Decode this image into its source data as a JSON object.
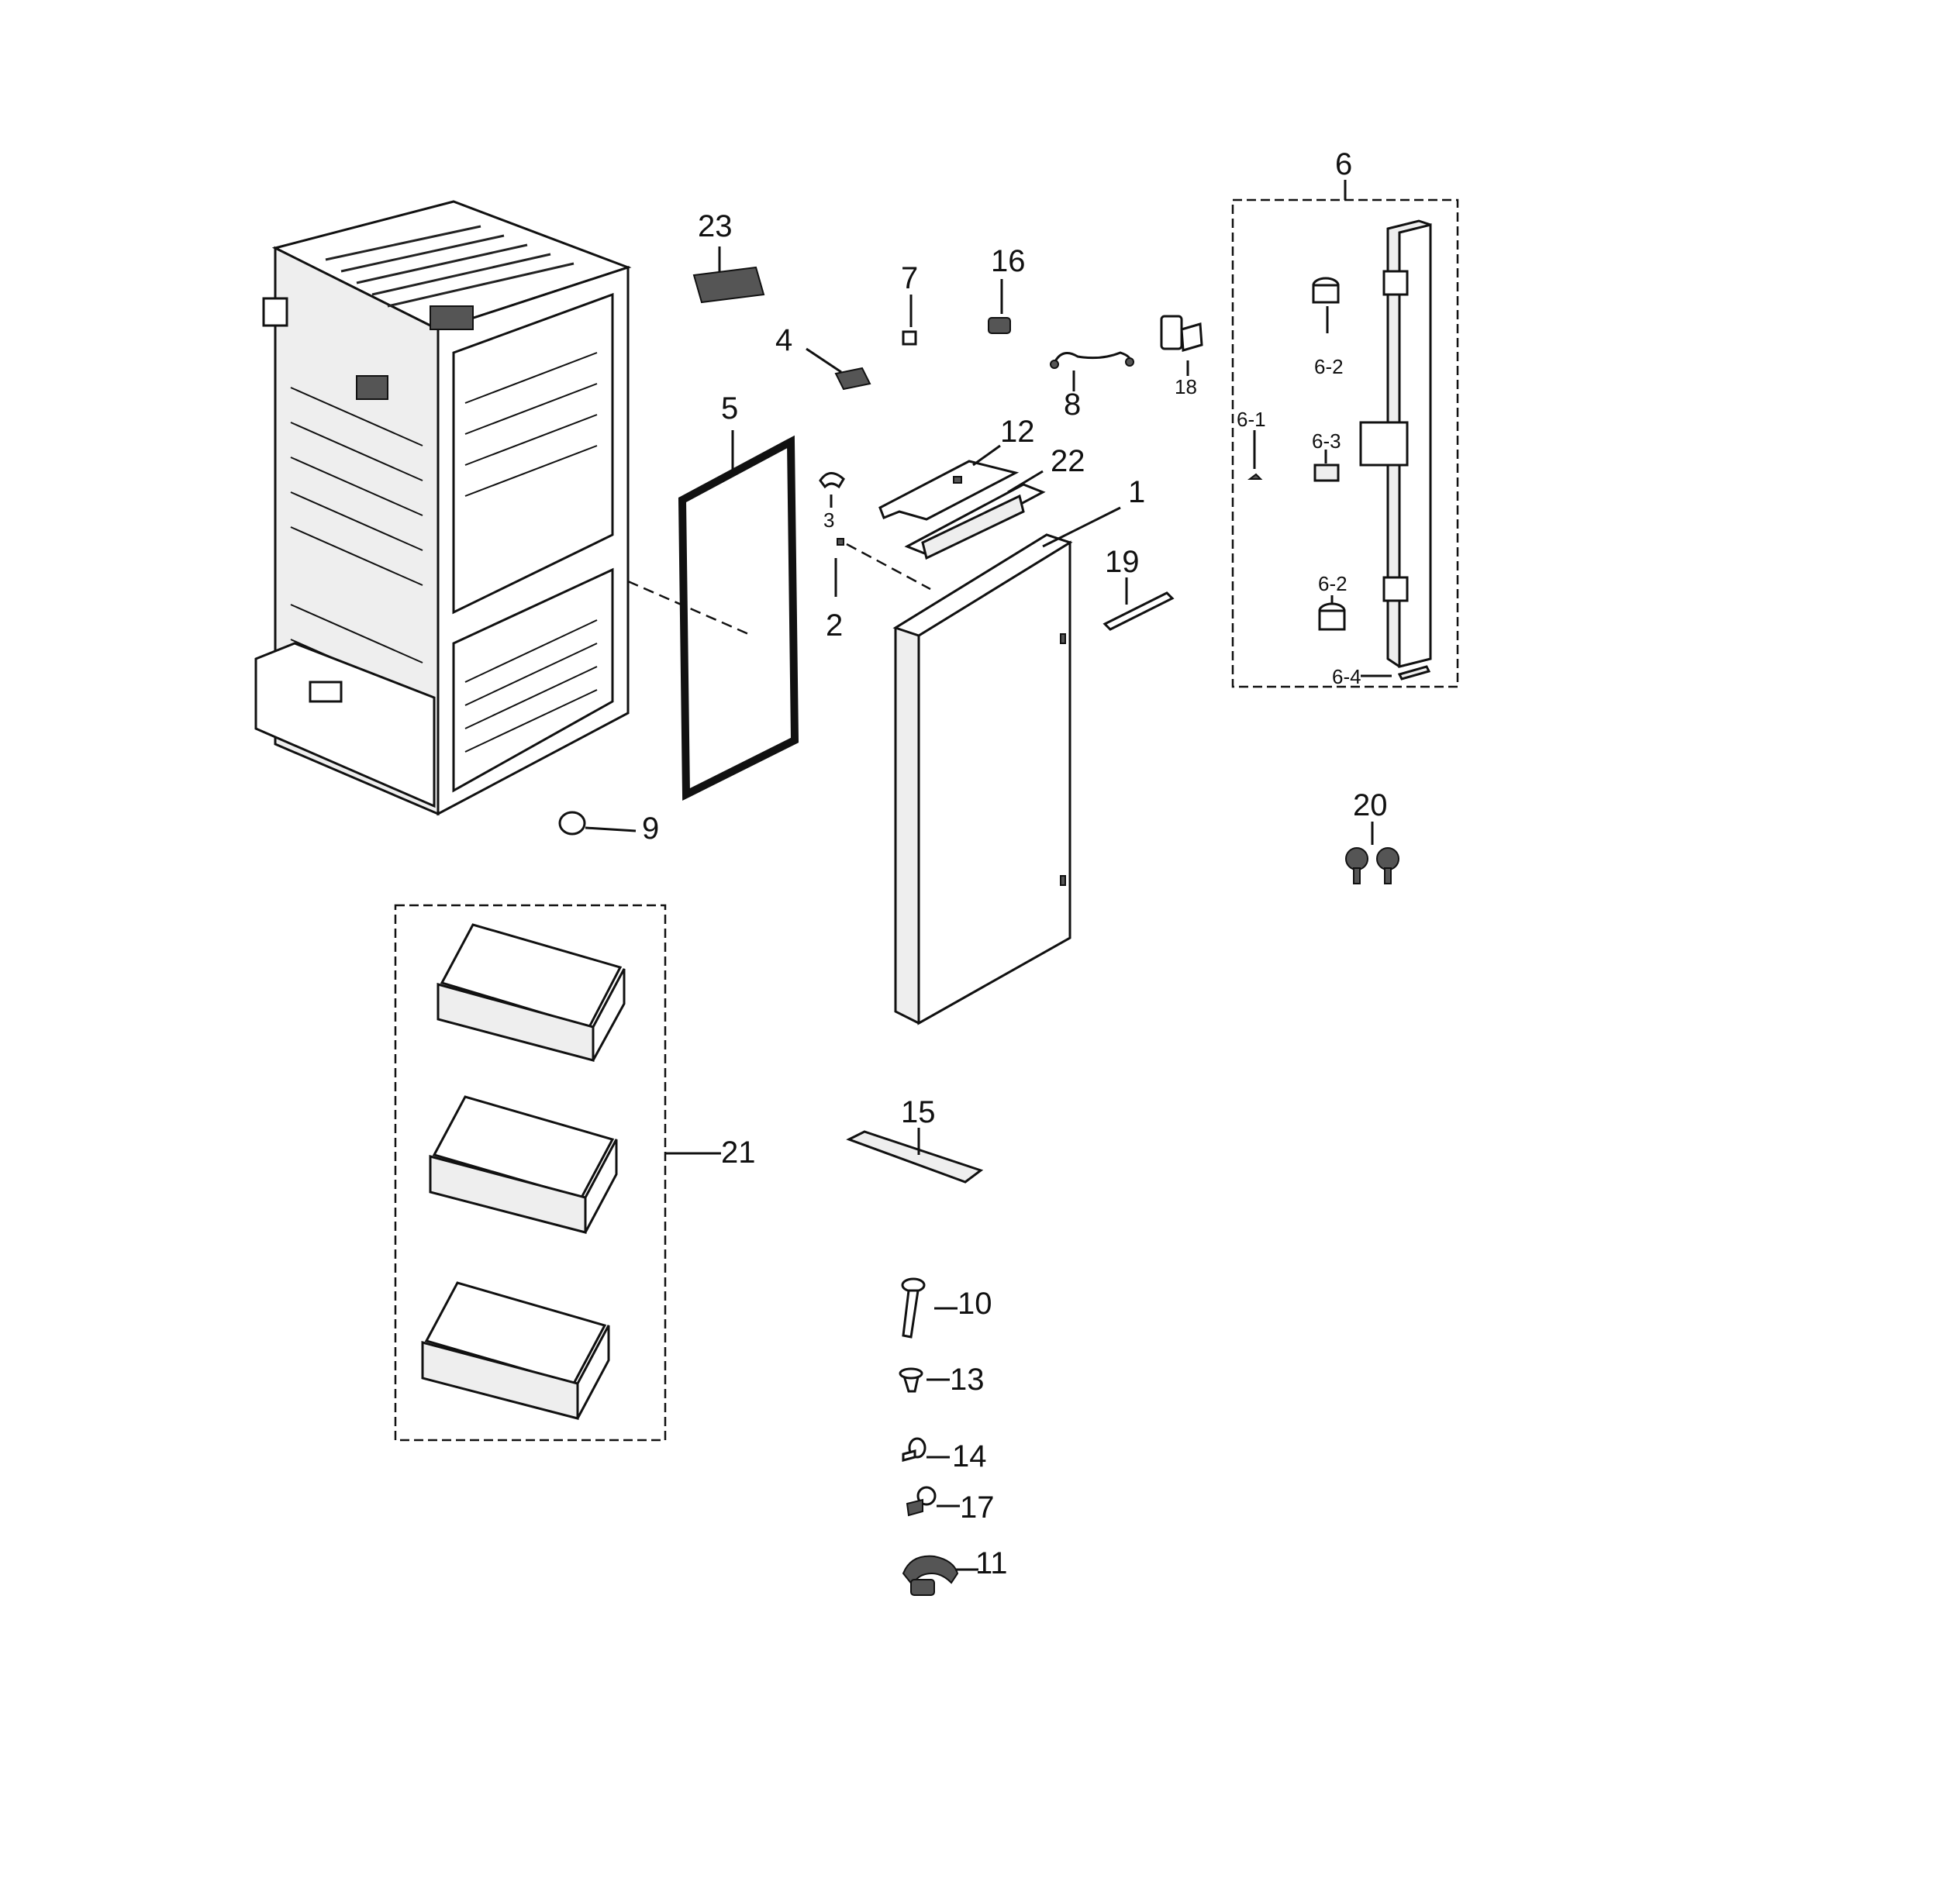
{
  "diagram": {
    "labels": {
      "p1": "1",
      "p2": "2",
      "p3": "3",
      "p4": "4",
      "p5": "5",
      "p6": "6",
      "p6_1": "6-1",
      "p6_2a": "6-2",
      "p6_2b": "6-2",
      "p6_3": "6-3",
      "p6_4": "6-4",
      "p7": "7",
      "p8": "8",
      "p9": "9",
      "p10": "10",
      "p11": "11",
      "p12": "12",
      "p13": "13",
      "p14": "14",
      "p15": "15",
      "p16": "16",
      "p17": "17",
      "p18": "18",
      "p19": "19",
      "p20": "20",
      "p21": "21",
      "p22": "22",
      "p23": "23"
    }
  }
}
